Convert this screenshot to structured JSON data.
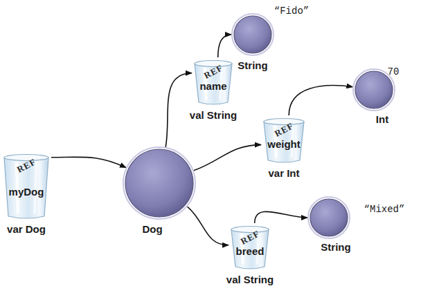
{
  "diagram": {
    "nodes": [
      {
        "text": [
          "REF",
          "myDog",
          "var Dog"
        ]
      },
      {
        "text": [
          "Dog"
        ]
      },
      {
        "text": [
          "REF",
          "name",
          "val String"
        ]
      },
      {
        "text": [
          "“Fido”",
          "String"
        ]
      },
      {
        "text": [
          "REF",
          "weight",
          "var Int"
        ]
      },
      {
        "text": [
          "70",
          "Int"
        ]
      },
      {
        "text": [
          "REF",
          "breed",
          "val String"
        ]
      },
      {
        "text": [
          "“Mixed”",
          "String"
        ]
      }
    ],
    "edges": [
      {
        "from": 0,
        "to": 1,
        "arrow": "to"
      },
      {
        "from": 1,
        "to": 2,
        "arrow": "to"
      },
      {
        "from": 1,
        "to": 4,
        "arrow": "to"
      },
      {
        "from": 1,
        "to": 6,
        "arrow": "to"
      },
      {
        "from": 2,
        "to": 3,
        "arrow": "to"
      },
      {
        "from": 4,
        "to": 5,
        "arrow": "to"
      },
      {
        "from": 6,
        "to": 7,
        "arrow": "to"
      }
    ]
  }
}
